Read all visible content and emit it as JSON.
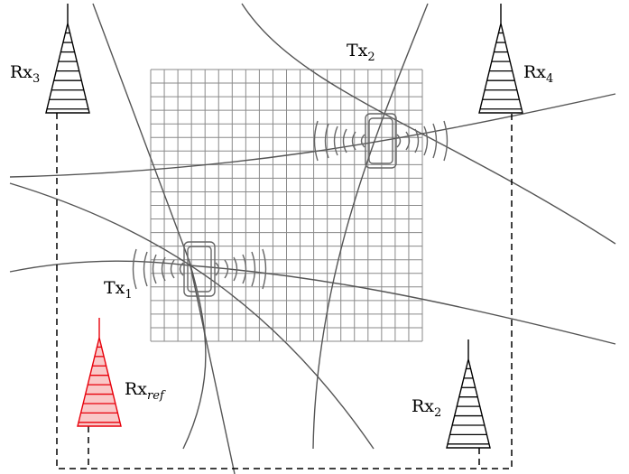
{
  "receivers": [
    {
      "id": "rx3",
      "base": "Rx",
      "sub": "3",
      "color": "#000000",
      "fill": "none"
    },
    {
      "id": "rx4",
      "base": "Rx",
      "sub": "4",
      "color": "#000000",
      "fill": "none"
    },
    {
      "id": "rx2",
      "base": "Rx",
      "sub": "2",
      "color": "#000000",
      "fill": "none"
    },
    {
      "id": "rxref",
      "base": "Rx",
      "sub": "ref",
      "color": "#e8000b",
      "fill": "#f9c8c8"
    }
  ],
  "transmitters": [
    {
      "id": "tx1",
      "base": "Tx",
      "sub": "1"
    },
    {
      "id": "tx2",
      "base": "Tx",
      "sub": "2"
    }
  ],
  "colors": {
    "grid": "#8a8a8a",
    "curves": "#555555",
    "wires": "#000000",
    "reference": "#e8000b",
    "reference_fill": "#f9c8c8"
  }
}
